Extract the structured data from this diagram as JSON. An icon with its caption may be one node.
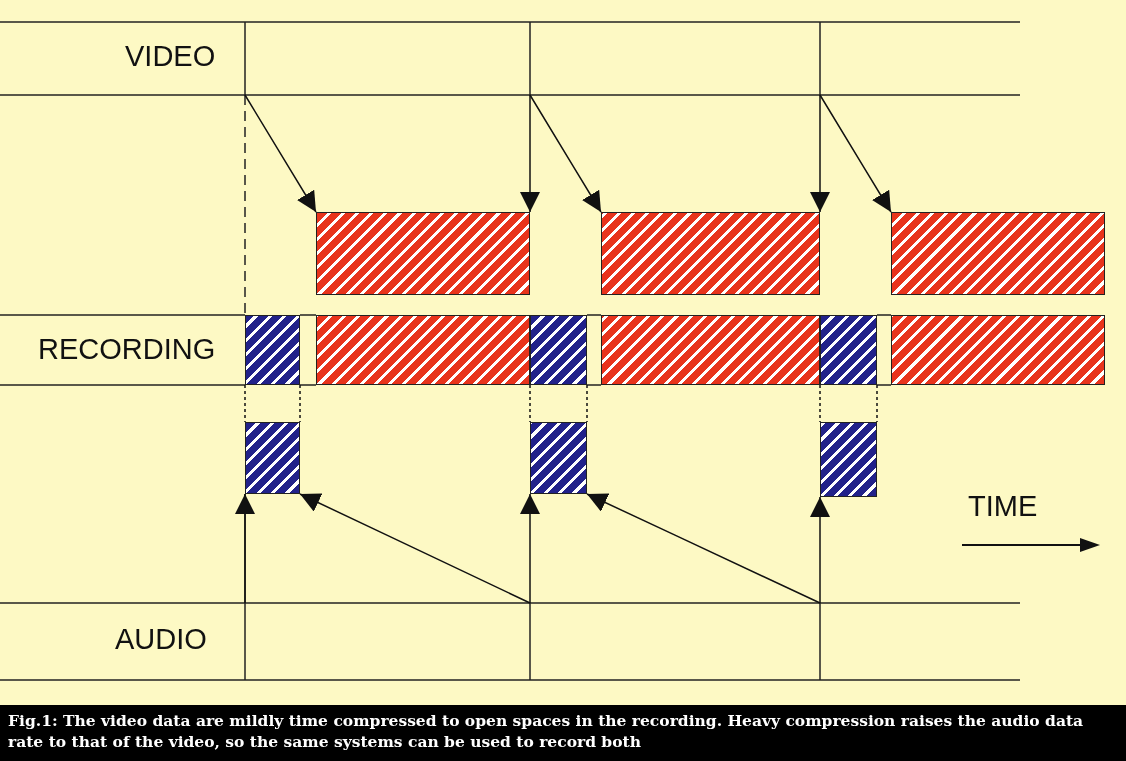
{
  "diagram": {
    "caption": "Fig.1: The video data are mildly time compressed to open spaces in the recording. Heavy compression raises the audio data rate to that of the video, so the same systems can be used to record both",
    "nodes": [
      {
        "text": [],
        "shape": "box"
      },
      {
        "text": [],
        "shape": "box"
      },
      {
        "text": [],
        "shape": "box"
      },
      {
        "text": [],
        "shape": "box"
      },
      {
        "text": [],
        "shape": "box"
      },
      {
        "text": [],
        "shape": "box"
      },
      {
        "text": [],
        "shape": "box"
      },
      {
        "text": [],
        "shape": "box"
      },
      {
        "text": [],
        "shape": "box"
      },
      {
        "text": [],
        "shape": "box"
      },
      {
        "text": [],
        "shape": "box"
      },
      {
        "text": [],
        "shape": "box"
      }
    ],
    "edges": [
      {
        "from": null,
        "to": 0,
        "arrow": "to"
      },
      {
        "from": null,
        "to": 0,
        "arrow": "to"
      },
      {
        "from": null,
        "to": 1,
        "arrow": "to"
      },
      {
        "from": null,
        "to": 1,
        "arrow": "to"
      },
      {
        "from": null,
        "to": 2,
        "arrow": "to"
      },
      {
        "from": null,
        "to": 9,
        "arrow": "to"
      },
      {
        "from": null,
        "to": 9,
        "arrow": "to"
      },
      {
        "from": null,
        "to": 10,
        "arrow": "to"
      },
      {
        "from": null,
        "to": 10,
        "arrow": "to"
      },
      {
        "from": null,
        "to": 11,
        "arrow": "to"
      },
      {
        "from": 3,
        "to": 9,
        "arrow": "none",
        "style": "dashed"
      },
      {
        "from": 3,
        "to": 9,
        "arrow": "none",
        "style": "dashed"
      },
      {
        "from": 5,
        "to": 10,
        "arrow": "none",
        "style": "dashed"
      },
      {
        "from": 5,
        "to": 10,
        "arrow": "none",
        "style": "dashed"
      },
      {
        "from": 7,
        "to": 11,
        "arrow": "none",
        "style": "dashed"
      },
      {
        "from": 7,
        "to": 11,
        "arrow": "none",
        "style": "dashed"
      }
    ],
    "labels": [
      "VIDEO",
      "RECORDING",
      "AUDIO",
      "TIME"
    ]
  }
}
